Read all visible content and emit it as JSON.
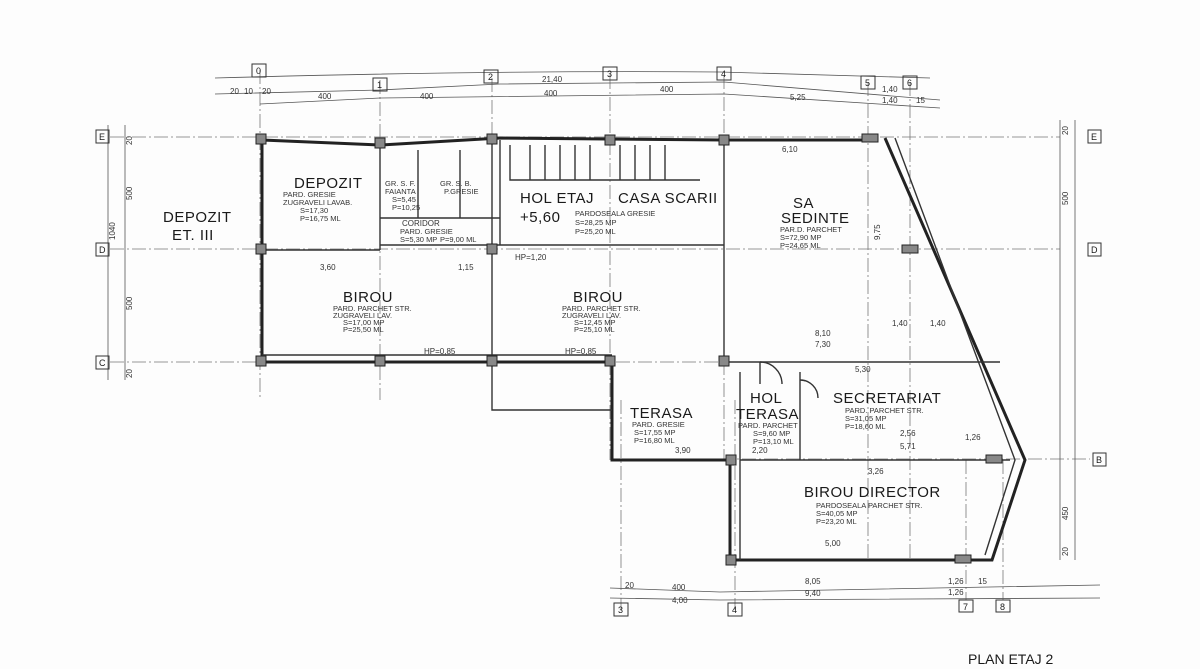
{
  "plan_title": "PLAN ETAJ 2",
  "axes": {
    "top": [
      "0",
      "1",
      "2",
      "3",
      "4",
      "5",
      "6"
    ],
    "bottom": [
      "3",
      "4",
      "7",
      "8"
    ],
    "rows": [
      "E",
      "D",
      "C",
      "B"
    ]
  },
  "dimensions": {
    "top_total": "21,40",
    "top_segments": [
      "400",
      "400",
      "400",
      "400",
      "5,25",
      "1,40",
      "1,40",
      "15"
    ],
    "top_left": [
      "20",
      "10",
      "20"
    ],
    "left_vertical": [
      "20",
      "500",
      "1040",
      "500",
      "20"
    ],
    "right_vertical": [
      "20",
      "500",
      "450",
      "20"
    ],
    "bottom_segments": [
      "20",
      "400",
      "4,00",
      "8,05",
      "9,40",
      "1,26",
      "1,26",
      "15"
    ]
  },
  "rooms": [
    {
      "name": "DEPOZIT",
      "sub": "ET. III"
    },
    {
      "name": "DEPOZIT",
      "finish": "PARD. GRESIE",
      "walls": "ZUGRAVELI LAVAB.",
      "area": "S=17,30",
      "perim": "P=16,75 ML"
    },
    {
      "name": "GR. S. F.",
      "finish": "FAIANTA",
      "area": "S=5,45",
      "perim": "P=10,25"
    },
    {
      "name": "GR. S. B.",
      "finish": "P.GRESIE"
    },
    {
      "name": "CORIDOR",
      "finish": "PARD. GRESIE",
      "area": "S=5,30 MP",
      "perim": "P=9,00 ML"
    },
    {
      "name": "HOL ETAJ",
      "level": "+5,60"
    },
    {
      "name": "CASA SCARII",
      "finish": "PARDOSEALA GRESIE",
      "area": "S=28,25 MP",
      "perim": "P=25,20 ML"
    },
    {
      "name": "SA",
      "name2": "SEDINTE",
      "finish": "PAR.D. PARCHET",
      "area": "S=72,90 MP",
      "perim": "P=24,65 ML"
    },
    {
      "name": "BIROU",
      "finish": "PARD. PARCHET STR.",
      "walls": "ZUGRAVELI LAV.",
      "area": "S=17,00 MP",
      "perim": "P=25,50 ML"
    },
    {
      "name": "BIROU",
      "finish": "PARD. PARCHET STR.",
      "walls": "ZUGRAVELI LAV.",
      "area": "S=12,45 MP",
      "perim": "P=25,10 ML"
    },
    {
      "name": "TERASA",
      "finish": "PARD. GRESIE",
      "area": "S=17,55 MP",
      "perim": "P=16,80 ML"
    },
    {
      "name": "HOL",
      "name2": "TERASA",
      "finish": "PARD. PARCHET",
      "area": "S=9,60 MP",
      "perim": "P=13,10 ML"
    },
    {
      "name": "SECRETARIAT",
      "finish": "PARD. PARCHET STR.",
      "area": "S=31,05 MP",
      "perim": "P=18,60 ML"
    },
    {
      "name": "BIROU DIRECTOR",
      "finish": "PARDOSEALA PARCHET STR.",
      "area": "S=40,05 MP",
      "perim": "P=23,20 ML"
    }
  ],
  "inner_dims": [
    "3,60",
    "1,15",
    "HP=1,20",
    "HP=0,85",
    "HP=0,85",
    "6,10",
    "8,10",
    "7,30",
    "1,40",
    "1,40",
    "5,30",
    "2,56",
    "5,71",
    "3,26",
    "5,00",
    "3,90",
    "2,20",
    "9,75",
    "1,26"
  ]
}
